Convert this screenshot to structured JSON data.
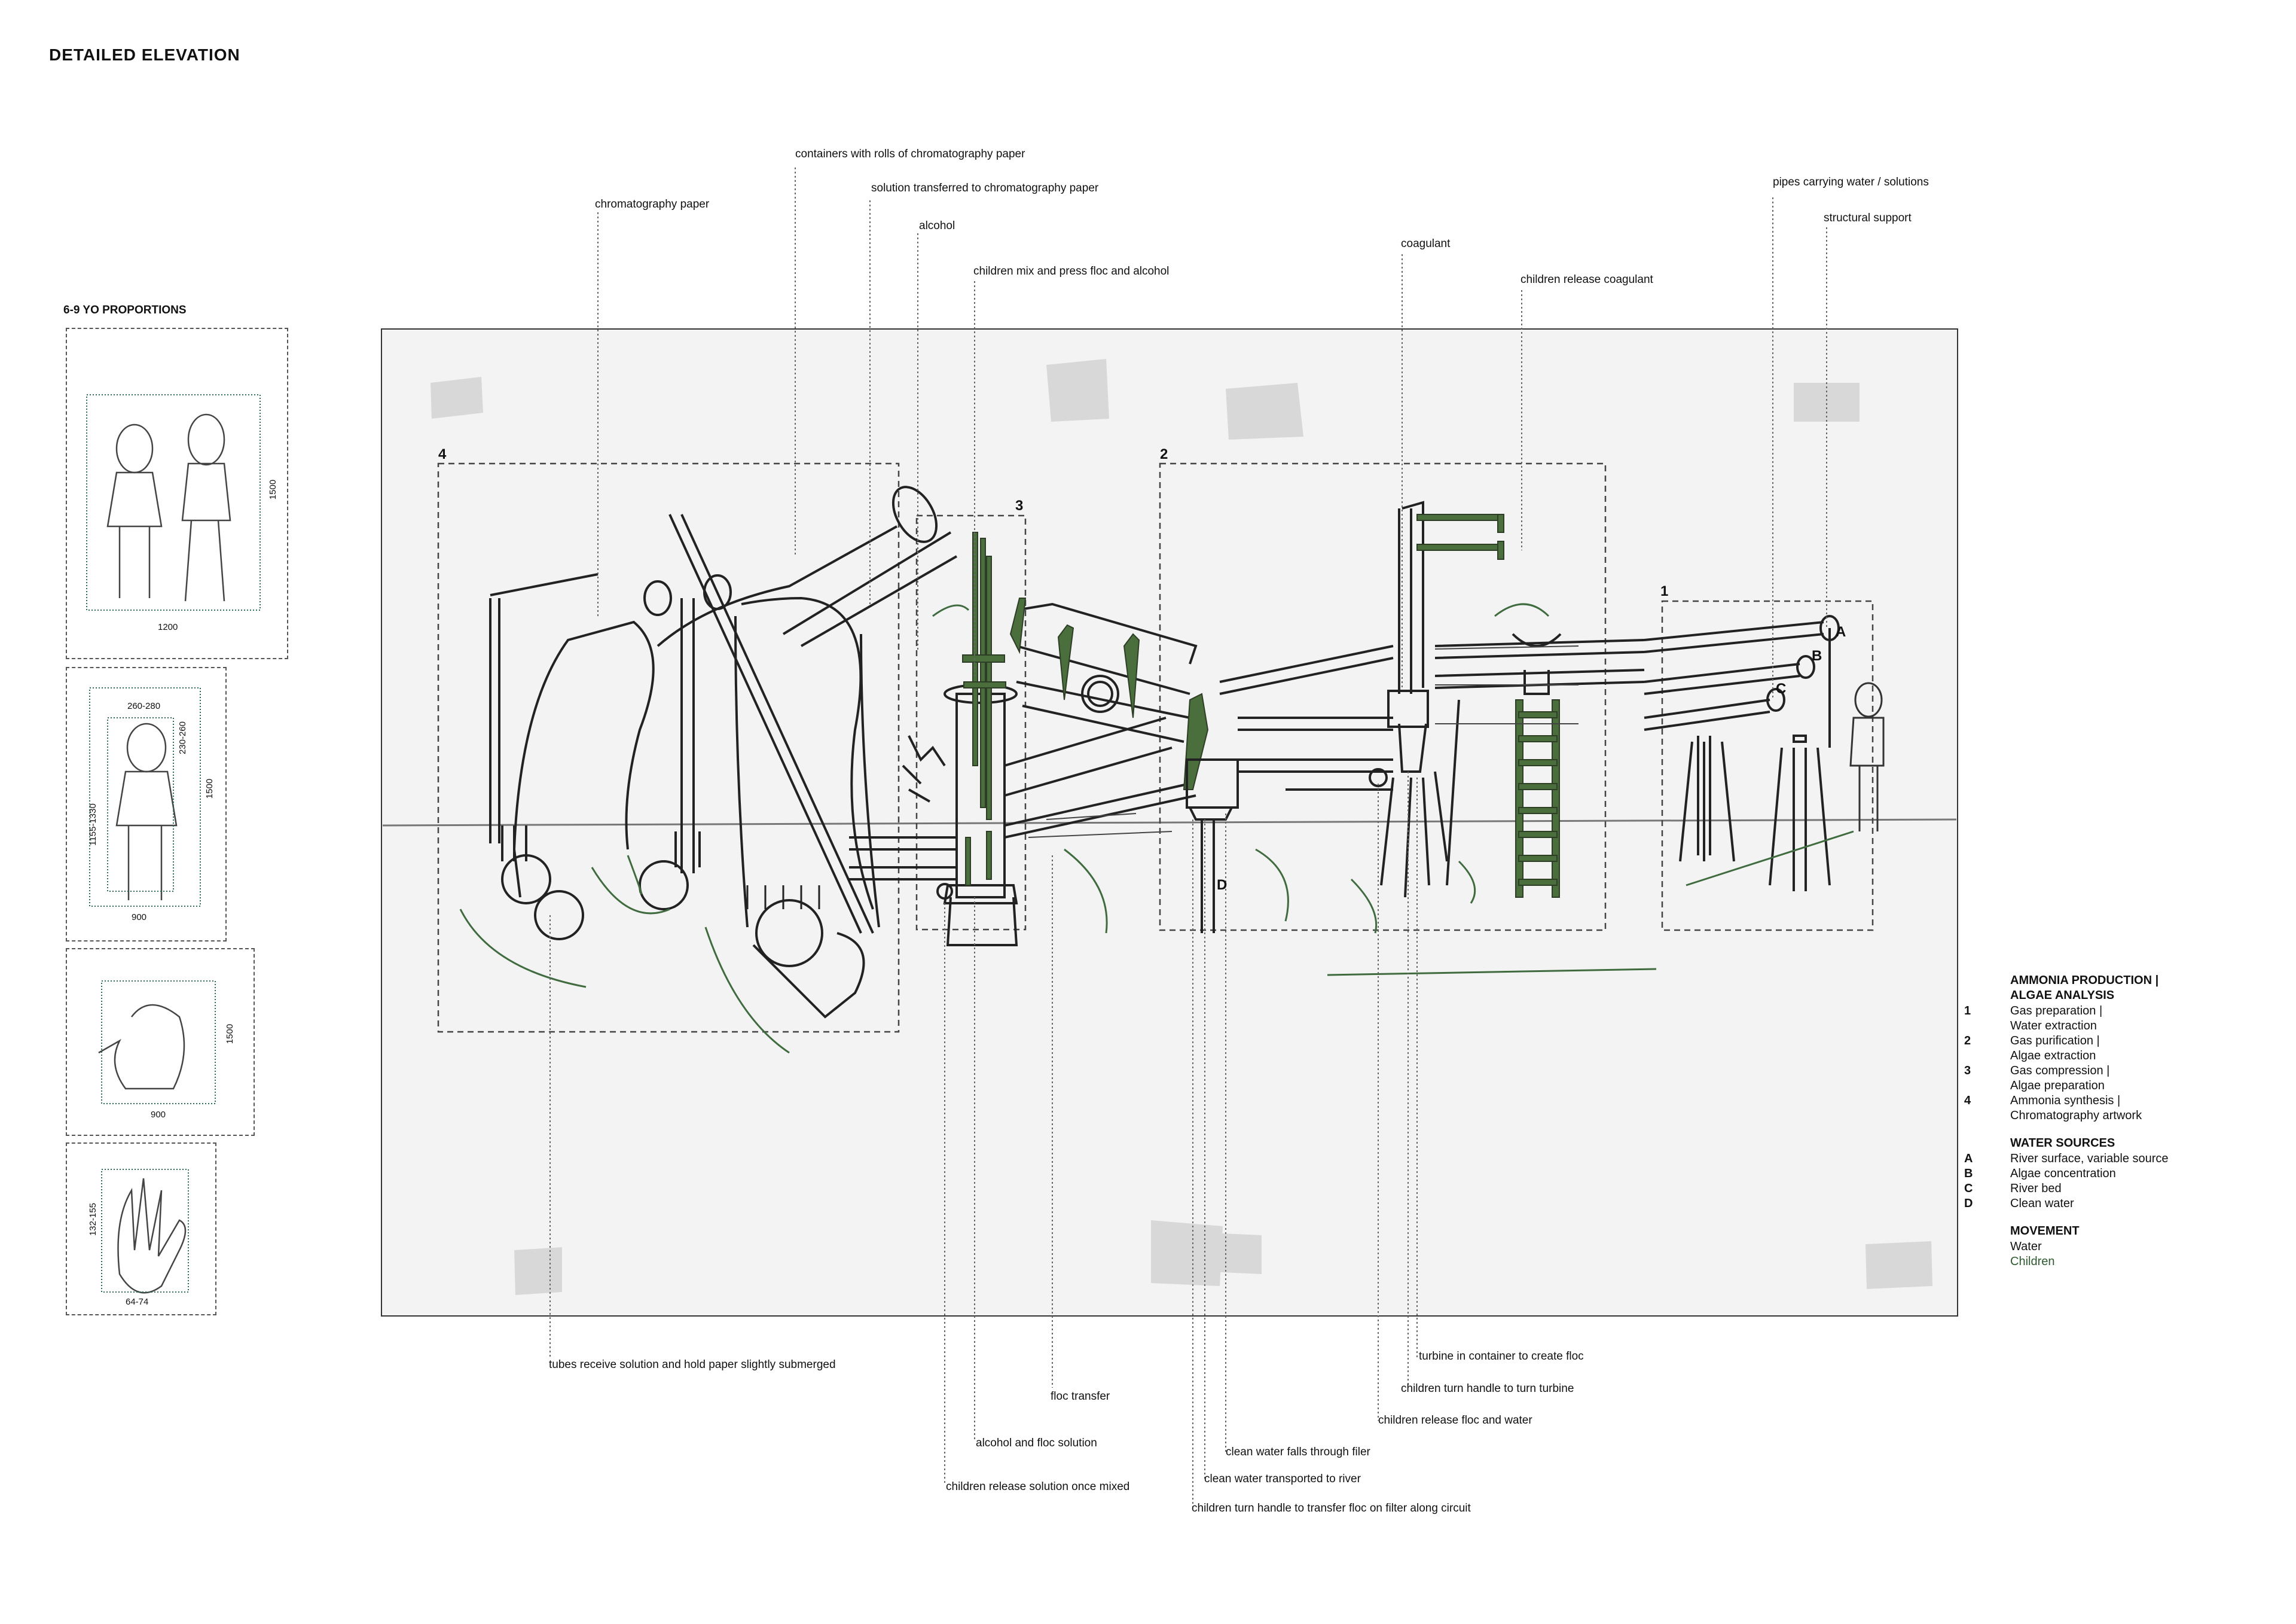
{
  "title": "DETAILED ELEVATION",
  "proportions": {
    "title": "6-9 YO PROPORTIONS",
    "panel1": {
      "width": "1200",
      "height": "1500"
    },
    "panel2": {
      "head": "260-280",
      "head_h": "230-260",
      "shoulder": "1155-1330",
      "height": "1500",
      "width": "900"
    },
    "panel3": {
      "height": "1500",
      "width": "900"
    },
    "panel4": {
      "height": "132-155",
      "width": "64-74"
    }
  },
  "zones": {
    "z1": "1",
    "z2": "2",
    "z3": "3",
    "z4": "4"
  },
  "sources": {
    "a": "A",
    "b": "B",
    "c": "C",
    "d": "D"
  },
  "annotations_top": {
    "chromatography_paper": "chromatography paper",
    "containers_rolls": "containers with rolls of chromatography paper",
    "solution_transferred": "solution transferred to chromatography paper",
    "alcohol": "alcohol",
    "children_mix": "children mix and press floc and alcohol",
    "coagulant": "coagulant",
    "children_release_coagulant": "children release coagulant",
    "pipes": "pipes carrying water / solutions",
    "structural_support": "structural support"
  },
  "annotations_bottom": {
    "tubes_receive": "tubes receive solution and hold paper slightly submerged",
    "floc_transfer": "floc transfer",
    "alcohol_floc_solution": "alcohol and floc solution",
    "children_release_solution": "children release solution once mixed",
    "turbine": "turbine in container to create floc",
    "children_turn_turbine": "children turn handle to turn turbine",
    "children_release_floc": "children release floc and water",
    "clean_water_falls": "clean water falls through filer",
    "clean_water_transported": "clean water transported to river",
    "children_turn_handle": "children turn handle to transfer floc on filter along circuit"
  },
  "legend": {
    "h1_line1": "AMMONIA PRODUCTION |",
    "h1_line2": "ALGAE ANALYSIS",
    "items1": [
      {
        "k": "1",
        "l1": "Gas preparation |",
        "l2": "Water extraction"
      },
      {
        "k": "2",
        "l1": "Gas purification |",
        "l2": "Algae extraction"
      },
      {
        "k": "3",
        "l1": "Gas compression |",
        "l2": "Algae preparation"
      },
      {
        "k": "4",
        "l1": "Ammonia synthesis |",
        "l2": "Chromatography artwork"
      }
    ],
    "h2": "WATER SOURCES",
    "items2": [
      {
        "k": "A",
        "v": "River surface, variable source"
      },
      {
        "k": "B",
        "v": "Algae concentration"
      },
      {
        "k": "C",
        "v": "River bed"
      },
      {
        "k": "D",
        "v": "Clean water"
      }
    ],
    "h3": "MOVEMENT",
    "water": "Water",
    "children": "Children"
  },
  "colors": {
    "ink": "#222222",
    "green": "#4a6e3c",
    "arrow_green": "#3f6b3f",
    "guide": "#666666",
    "paper": "#f3f3f3"
  }
}
